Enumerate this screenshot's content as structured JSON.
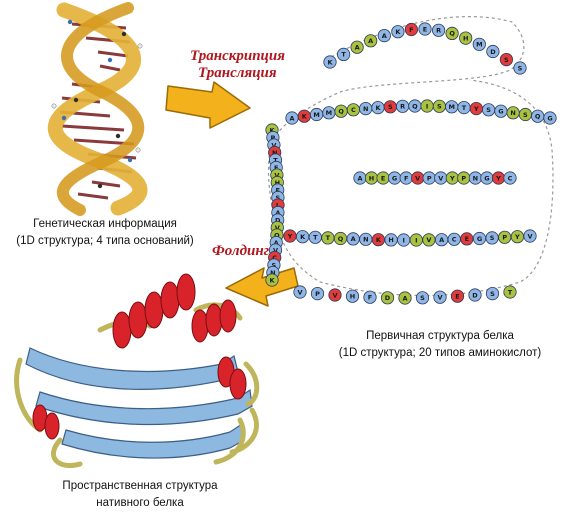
{
  "processes": {
    "transcription": "Транскрипция",
    "translation": "Трансляция",
    "folding": "Фолдинг"
  },
  "captions": {
    "genetic": {
      "line1": "Генетическая информация",
      "line2": "(1D структура; 4 типа оснований)"
    },
    "primary": {
      "line1": "Первичная структура белка",
      "line2": "(1D структура; 20 типов аминокислот)"
    },
    "native": {
      "line1": "Пространственная структура",
      "line2": "нативного белка"
    }
  },
  "colors": {
    "process_text": "#b0161e",
    "arrow_fill": "#f3b21c",
    "arrow_stroke": "#9a6a06",
    "bead_blue": "#8fb6e6",
    "bead_green": "#a9c23f",
    "bead_red": "#e23b3b",
    "bead_yellow": "#f6cf3a",
    "helix_red": "#d8232a",
    "sheet_blue": "#8db8e0",
    "coil_olive": "#bfb55a",
    "dna_backbone": "#e3b23a"
  },
  "amino_acid_chain": {
    "top_arc": [
      "K",
      "T",
      "A",
      "A",
      "A",
      "K",
      "F",
      "E",
      "R",
      "Q",
      "H",
      "M",
      "D",
      "S",
      "S"
    ],
    "row_1": [
      "A",
      "K",
      "M",
      "M",
      "Q",
      "C",
      "N",
      "K",
      "S",
      "R",
      "Q",
      "I",
      "S",
      "M",
      "T",
      "Y",
      "S",
      "G",
      "N",
      "S",
      "Q",
      "G"
    ],
    "row_2": [
      "K",
      "P",
      "V",
      "N",
      "T",
      "F",
      "V",
      "H",
      "E",
      "S",
      "L",
      "A",
      "D",
      "V",
      "Q",
      "A",
      "V",
      "C",
      "S",
      "N",
      "K"
    ],
    "row_3": [
      "A",
      "H",
      "E",
      "G",
      "F",
      "V",
      "P",
      "V",
      "Y",
      "P",
      "N",
      "G",
      "Y",
      "C"
    ],
    "row_4": [
      "Y",
      "K",
      "T",
      "T",
      "Q",
      "A",
      "N",
      "K",
      "H",
      "I",
      "I",
      "V",
      "A",
      "C",
      "E",
      "G",
      "S",
      "P",
      "Y",
      "V"
    ],
    "row_5": [
      "V",
      "P",
      "V",
      "H",
      "F",
      "D",
      "A",
      "S",
      "V",
      "E",
      "D",
      "S",
      "T"
    ]
  }
}
